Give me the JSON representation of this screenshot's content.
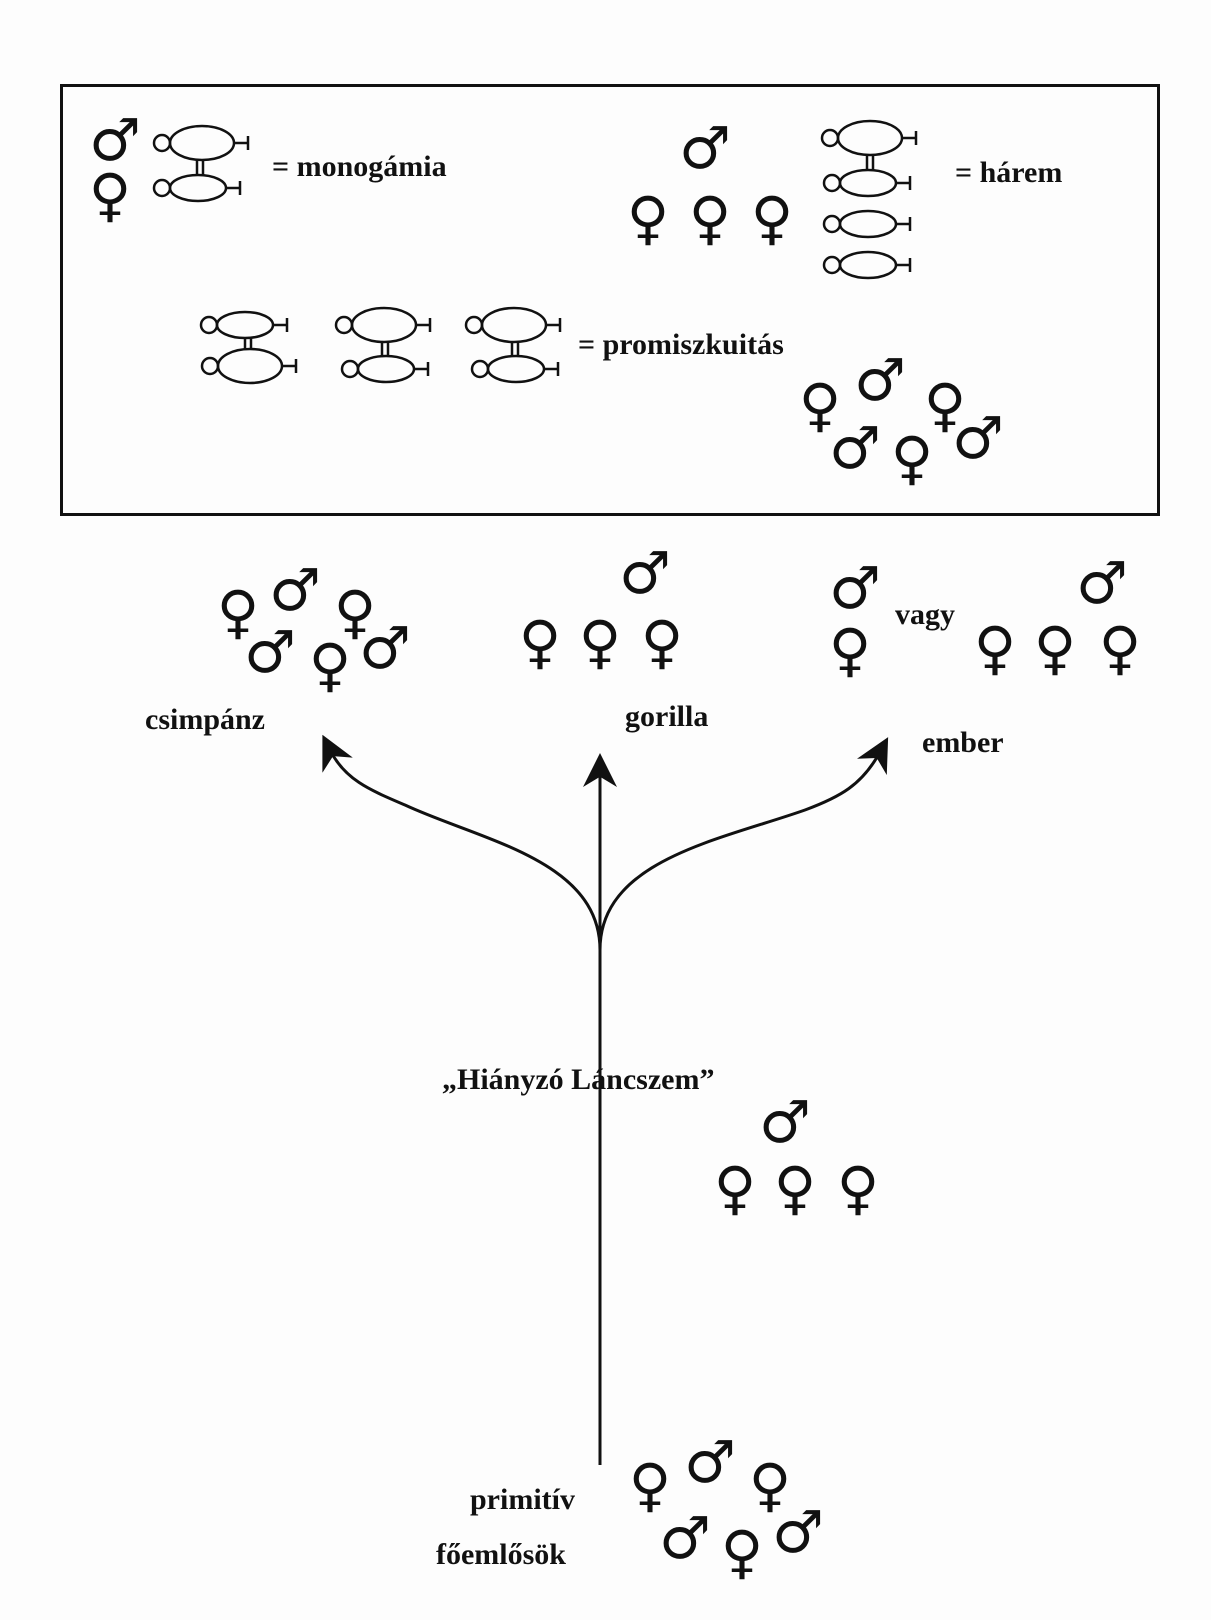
{
  "legend": {
    "monogamy_label": "= monogámia",
    "harem_label": "= hárem",
    "promiscuity_label": "= promiszkuitás"
  },
  "species": {
    "chimpanzee": "csimpánz",
    "gorilla": "gorilla",
    "human": "ember",
    "human_or": "vagy"
  },
  "missing_link": "„Hiányzó Láncszem”",
  "primitive_line1": "primitív",
  "primitive_line2": "főemlősök",
  "symbols": {
    "male": "♂",
    "female": "♀"
  },
  "colors": {
    "ink": "#111111",
    "background": "#fdfdfd"
  }
}
